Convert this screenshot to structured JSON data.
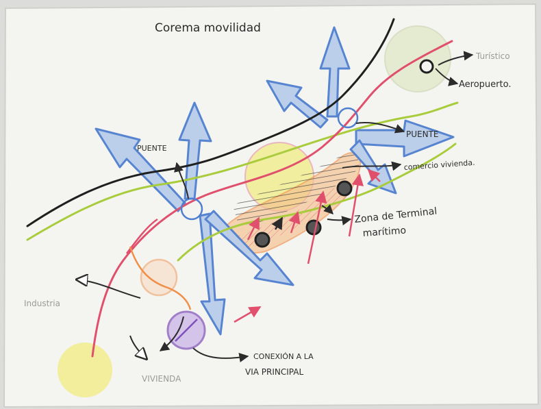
{
  "title": "Corema movilidad",
  "labels": {
    "turistico": "Turístico",
    "aeropuerto": "Aeropuerto.",
    "puente_right": "PUENTE",
    "puente_left": "PUENTE",
    "comercio_vivienda": "comercio vivienda.",
    "zona_terminal_1": "Zona de Terminal",
    "zona_terminal_2": "marítimo",
    "industria": "Industria",
    "vivienda": "VIVIENDA",
    "conexion_1": "CONEXIÓN A LA",
    "conexion_2": "VIA PRINCIPAL"
  },
  "colors": {
    "paper": "#f4f4f1",
    "road_red": "#e0506c",
    "river_black": "#1f1f1f",
    "coast_green": "#a9cc3c",
    "arrow_blue": "#4f7fcf",
    "arrow_fill": "#b9cdea",
    "yellow": "#f1ec86",
    "orange": "#ef8f4a",
    "purple": "#7d4fb8"
  }
}
